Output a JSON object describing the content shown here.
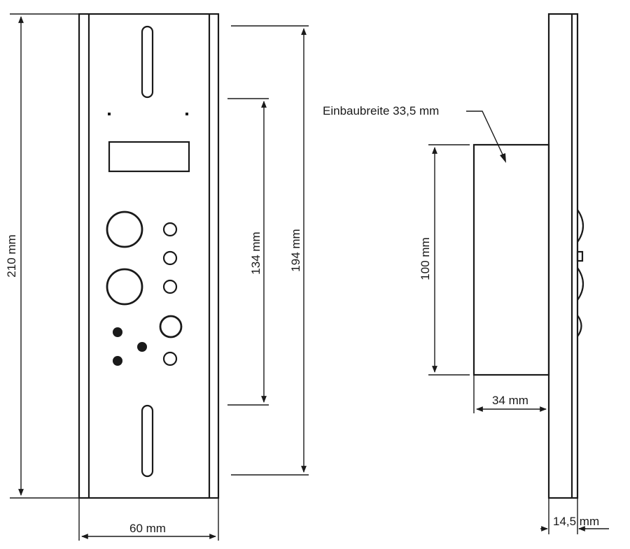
{
  "diagram": {
    "front_view": {
      "height_label": "210 mm",
      "width_label": "60 mm"
    },
    "mounting": {
      "inner_label": "134 mm",
      "outer_label": "194 mm"
    },
    "side_view": {
      "install_width_label": "Einbaubreite 33,5 mm",
      "box_height_label": "100 mm",
      "box_depth_label": "34 mm",
      "panel_depth_label": "14,5 mm"
    }
  }
}
